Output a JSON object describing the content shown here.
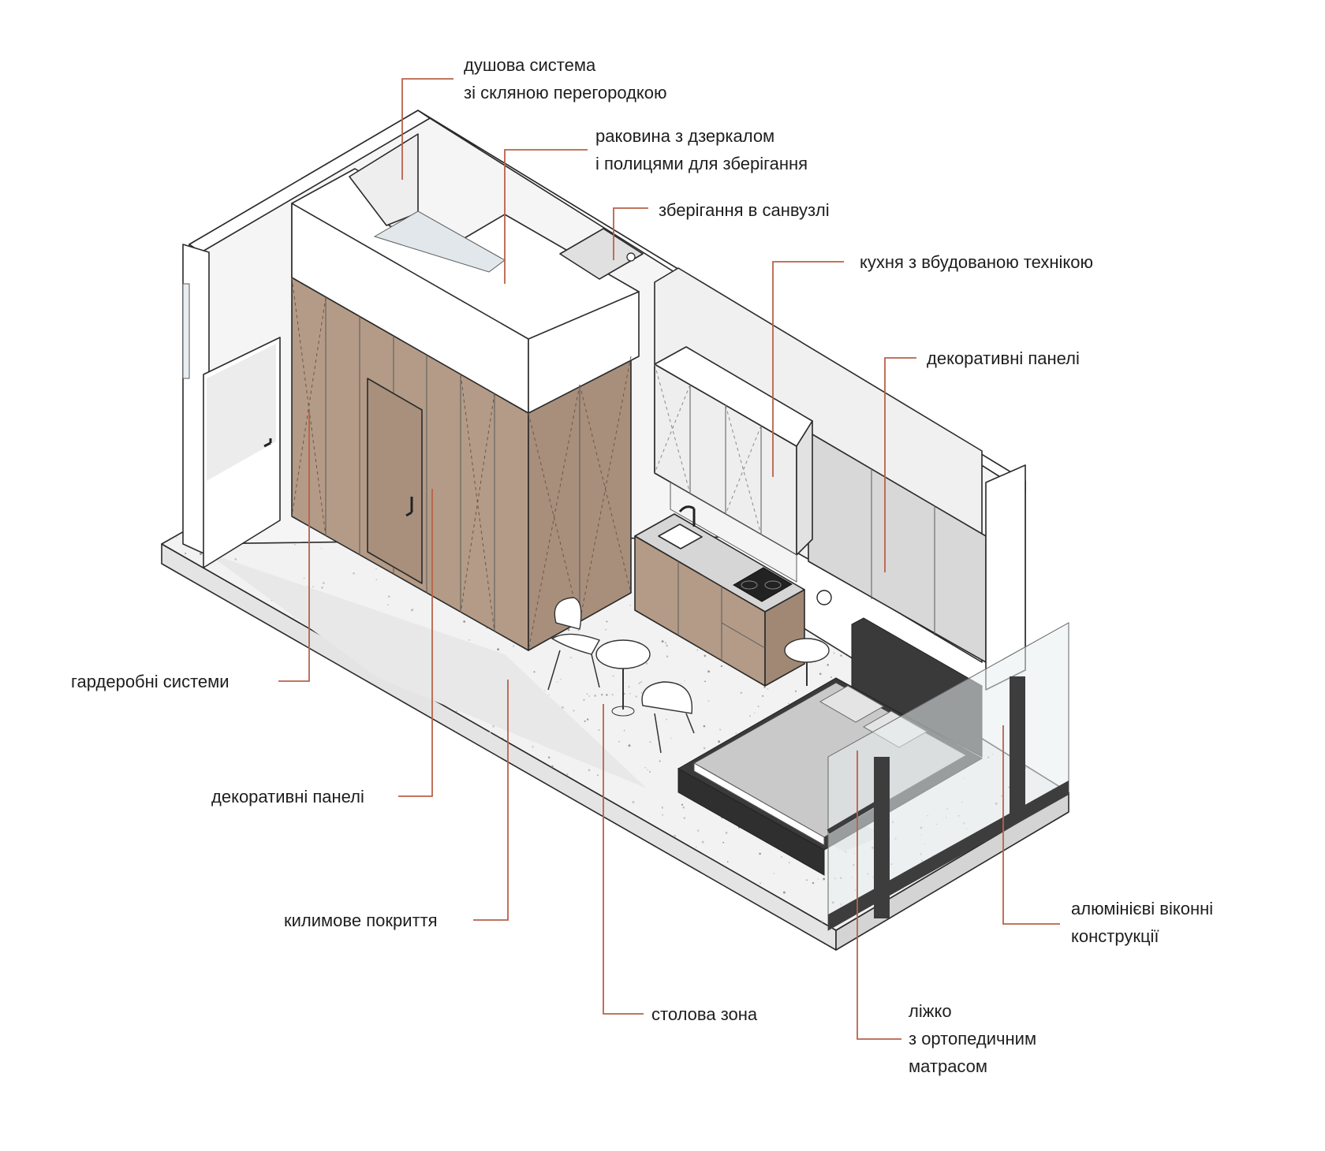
{
  "colors": {
    "leader": "#b8624a",
    "wood": "#b39b87",
    "wood_dark": "#9c8674",
    "wall": "#ffffff",
    "wall_shade": "#e6e6e6",
    "floor": "#f1f1f1",
    "terrazzo": "#d8d8d8",
    "dark": "#3a3a3a",
    "text": "#1e1e1e"
  },
  "labels": {
    "shower": [
      "душова система",
      "зі скляною перегородкою"
    ],
    "sink": [
      "раковина з дзеркалом",
      "і полицями для зберігання"
    ],
    "bath_storage": [
      "зберігання в санвузлі"
    ],
    "kitchen": [
      "кухня з вбудованою технікою"
    ],
    "deco_right": [
      "декоративні панелі"
    ],
    "wardrobe": [
      "гардеробні системи"
    ],
    "deco_left": [
      "декоративні панелі"
    ],
    "carpet": [
      "килимове покриття"
    ],
    "dining": [
      "столова зона"
    ],
    "bed": [
      "ліжко",
      "з ортопедичним",
      "матрасом"
    ],
    "windows": [
      "алюмінієві віконні",
      "конструкції"
    ]
  },
  "icons": [
    "door-handle-icon",
    "faucet-icon",
    "cooktop-icon",
    "wall-lamp-icon"
  ]
}
